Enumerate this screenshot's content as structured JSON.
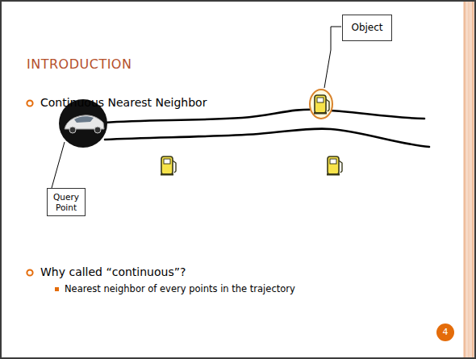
{
  "diagram": {
    "title": "INTRODUCTION",
    "nodes": [
      {
        "text": [
          "Object"
        ]
      },
      {
        "text": [
          "Query Point"
        ]
      },
      {
        "text": [
          "4"
        ]
      }
    ],
    "labels": [
      "Continuous Nearest Neighbor",
      "Why called “continuous”?",
      "Nearest neighbor of every points in the trajectory"
    ]
  }
}
